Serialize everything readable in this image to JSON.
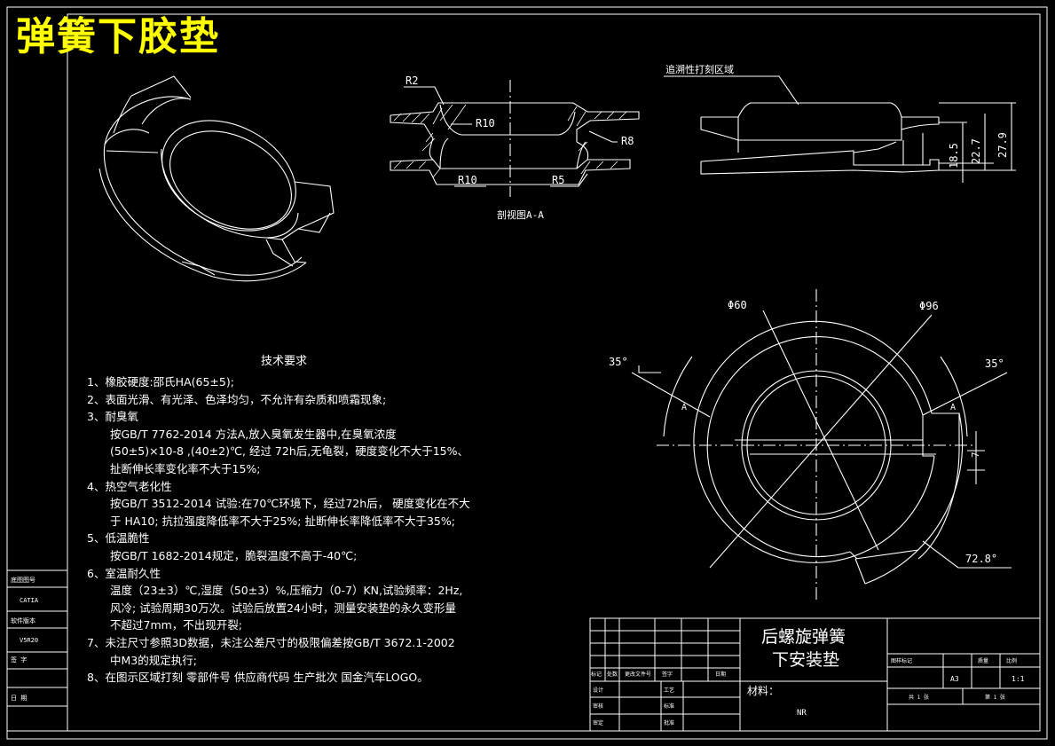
{
  "drawing_title": "弹簧下胶垫",
  "section_view_label": "剖视图A-A",
  "marking_area_label": "追溯性打刻区域",
  "radius_labels": {
    "r2": "R2",
    "r10_top": "R10",
    "r8": "R8",
    "r10_bottom": "R10",
    "r5": "R5"
  },
  "height_dims": {
    "h1": "18.5",
    "h2": "22.7",
    "h3": "27.9"
  },
  "plan_dims": {
    "inner_dia": "Φ60",
    "outer_dia": "Φ96",
    "angle_left": "35°",
    "angle_right": "35°",
    "gap": "7",
    "angle_tab": "72.8°",
    "section_mark": "A"
  },
  "tech_requirements": {
    "heading": "技术要求",
    "lines": [
      {
        "text": "1、橡胶硬度:邵氏HA(65±5);",
        "indent": false
      },
      {
        "text": "2、表面光滑、有光泽、色泽均匀，不允许有杂质和喷霜现象;",
        "indent": false
      },
      {
        "text": "3、耐臭氧",
        "indent": false
      },
      {
        "text": "按GB/T 7762-2014 方法A,放入臭氧发生器中,在臭氧浓度",
        "indent": true
      },
      {
        "text": "(50±5)×10-8 ,(40±2)℃, 经过 72h后,无龟裂，硬度变化不大于15%、",
        "indent": true
      },
      {
        "text": "扯断伸长率变化率不大于15%;",
        "indent": true
      },
      {
        "text": "4、热空气老化性",
        "indent": false
      },
      {
        "text": "按GB/T 3512-2014 试验:在70℃环境下，经过72h后， 硬度变化在不大",
        "indent": true
      },
      {
        "text": "于 HA10; 抗拉强度降低率不大于25%; 扯断伸长率降低率不大于35%;",
        "indent": true
      },
      {
        "text": "5、低温脆性",
        "indent": false
      },
      {
        "text": "按GB/T 1682-2014规定，脆裂温度不高于-40℃;",
        "indent": true
      },
      {
        "text": "6、室温耐久性",
        "indent": false
      },
      {
        "text": "温度（23±3）℃,湿度（50±3）%,压缩力（0-7）KN,试验频率：2Hz,",
        "indent": true
      },
      {
        "text": "风冷; 试验周期30万次。试验后放置24小时，测量安装垫的永久变形量",
        "indent": true
      },
      {
        "text": "不超过7mm，不出现开裂;",
        "indent": true
      },
      {
        "text": "7、未注尺寸参照3D数据，未注公差尺寸的极限偏差按GB/T 3672.1-2002",
        "indent": false
      },
      {
        "text": "中M3的规定执行;",
        "indent": true
      },
      {
        "text": "8、在图示区域打刻 零部件号  供应商代码 生产批次  国金汽车LOGO。",
        "indent": false
      }
    ]
  },
  "left_strip": {
    "cells": [
      "底图图号",
      "CATIA",
      "软件版本",
      "V5R20",
      "签 字",
      "日 期"
    ]
  },
  "title_block": {
    "part_name_line1": "后螺旋弹簧",
    "part_name_line2": "下安装垫",
    "material_label": "材料：",
    "material_value": "NR",
    "grid_headers": [
      "标记",
      "处数",
      "更改文件号",
      "签字",
      "日期"
    ],
    "roles": [
      "设计",
      "审核",
      "审定"
    ],
    "roles_right": [
      "工艺",
      "标准",
      "批准"
    ],
    "right_headers": [
      "图样标记",
      "质量",
      "比例"
    ],
    "sheet_size": "A3",
    "scale_value": "1:1",
    "sheet_total": "共 1 张",
    "sheet_no": "第 1 张"
  }
}
